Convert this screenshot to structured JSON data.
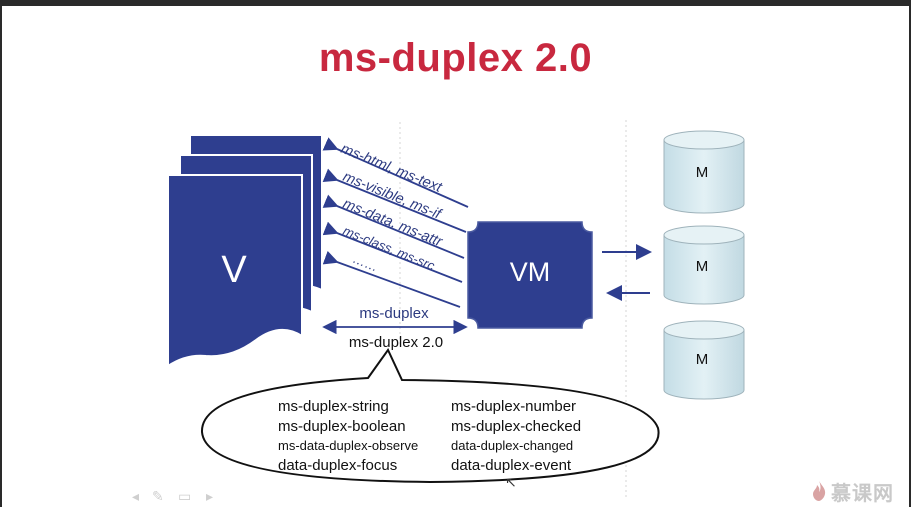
{
  "title": "ms-duplex 2.0",
  "view_label": "V",
  "viewmodel_label": "VM",
  "models": [
    "M",
    "M",
    "M"
  ],
  "bindings": [
    "ms-html, ms-text",
    "ms-visible, ms-if",
    "ms-data, ms-attr",
    "ms-class, ms-src",
    "……"
  ],
  "duplex_label": "ms-duplex",
  "duplex2_label": "ms-duplex 2.0",
  "callout": {
    "left": [
      "ms-duplex-string",
      "ms-duplex-boolean",
      "ms-data-duplex-observe",
      "data-duplex-focus"
    ],
    "right": [
      "ms-duplex-number",
      "ms-duplex-checked",
      "data-duplex-changed",
      "data-duplex-event"
    ]
  },
  "watermark": "慕课网",
  "colors": {
    "title": "#c8283f",
    "navy": "#2e3e8f",
    "model_fill": "#d6eaf0",
    "label": "#2c3a80"
  }
}
